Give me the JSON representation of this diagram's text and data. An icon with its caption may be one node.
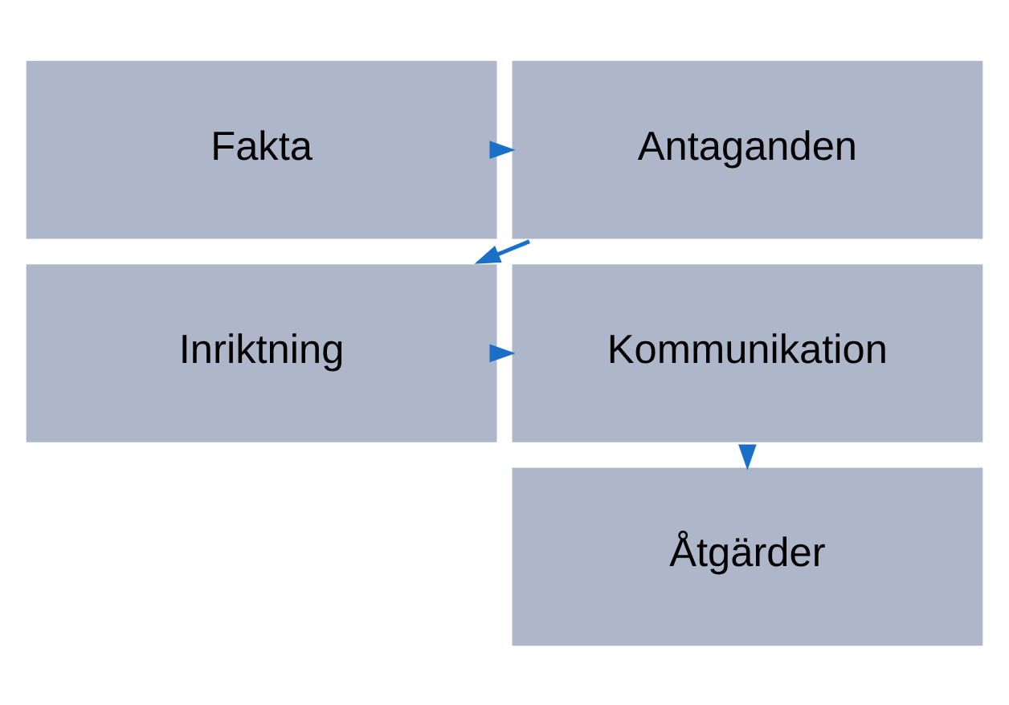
{
  "diagram": {
    "nodes": [
      {
        "text": [
          "Fakta"
        ]
      },
      {
        "text": [
          "Antaganden"
        ]
      },
      {
        "text": [
          "Inriktning"
        ]
      },
      {
        "text": [
          "Kommunikation"
        ]
      },
      {
        "text": [
          "Åtgärder"
        ]
      }
    ],
    "edges": [
      {
        "from": 0,
        "to": 1,
        "arrow": "to"
      },
      {
        "from": 1,
        "to": 2,
        "arrow": "to"
      },
      {
        "from": 2,
        "to": 3,
        "arrow": "to"
      },
      {
        "from": 3,
        "to": 4,
        "arrow": "to"
      }
    ]
  }
}
